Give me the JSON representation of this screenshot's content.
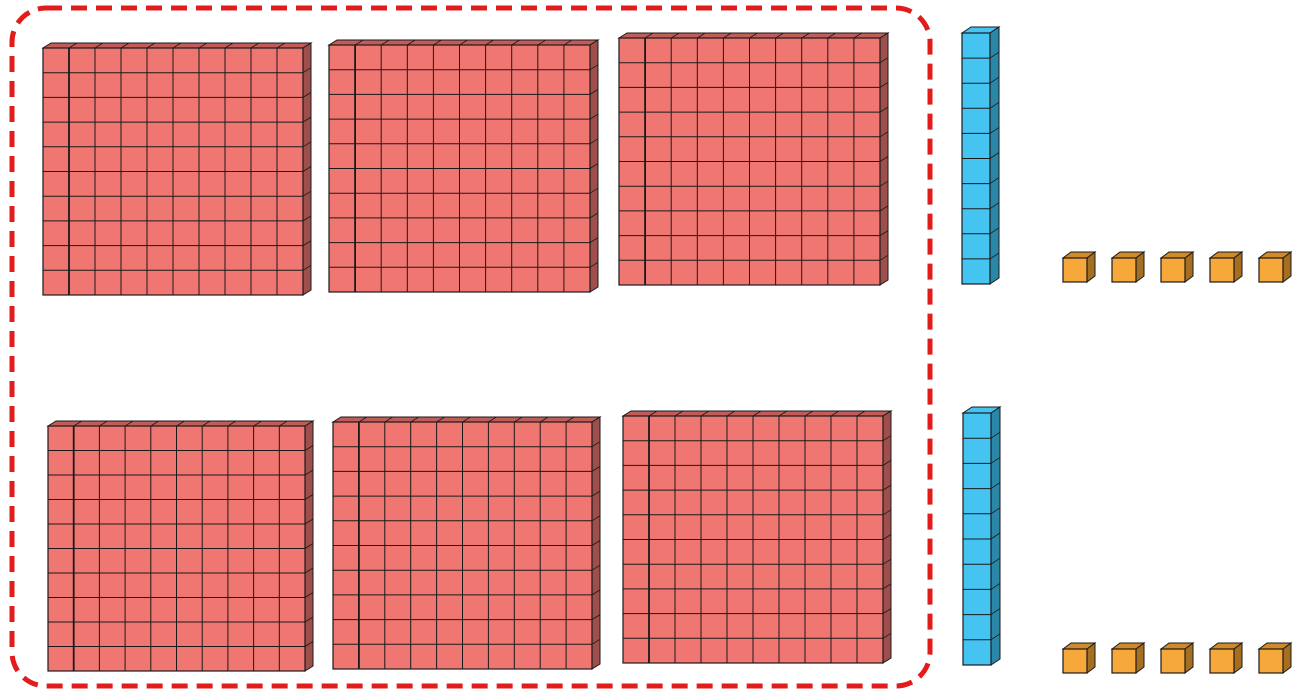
{
  "colors": {
    "hundred_face": "#F07671",
    "hundred_side": "#9E4F4C",
    "hundred_top": "#C25C59",
    "ten_face": "#45C4F2",
    "ten_side": "#2A87A8",
    "one_face": "#F6A83A",
    "one_side": "#A56F22",
    "one_top": "#D08A2A",
    "outline": "#1a1a1a",
    "group_border": "#E21B1B"
  },
  "groups": [
    {
      "name": "row-1",
      "hundreds": 3,
      "tens": 1,
      "ones": 5
    },
    {
      "name": "row-2",
      "hundreds": 3,
      "tens": 1,
      "ones": 5
    }
  ],
  "grouping": {
    "encircled": "hundreds",
    "border_style": "dashed"
  },
  "blocks": {
    "flat_grid": 10,
    "rod_units": 10
  }
}
